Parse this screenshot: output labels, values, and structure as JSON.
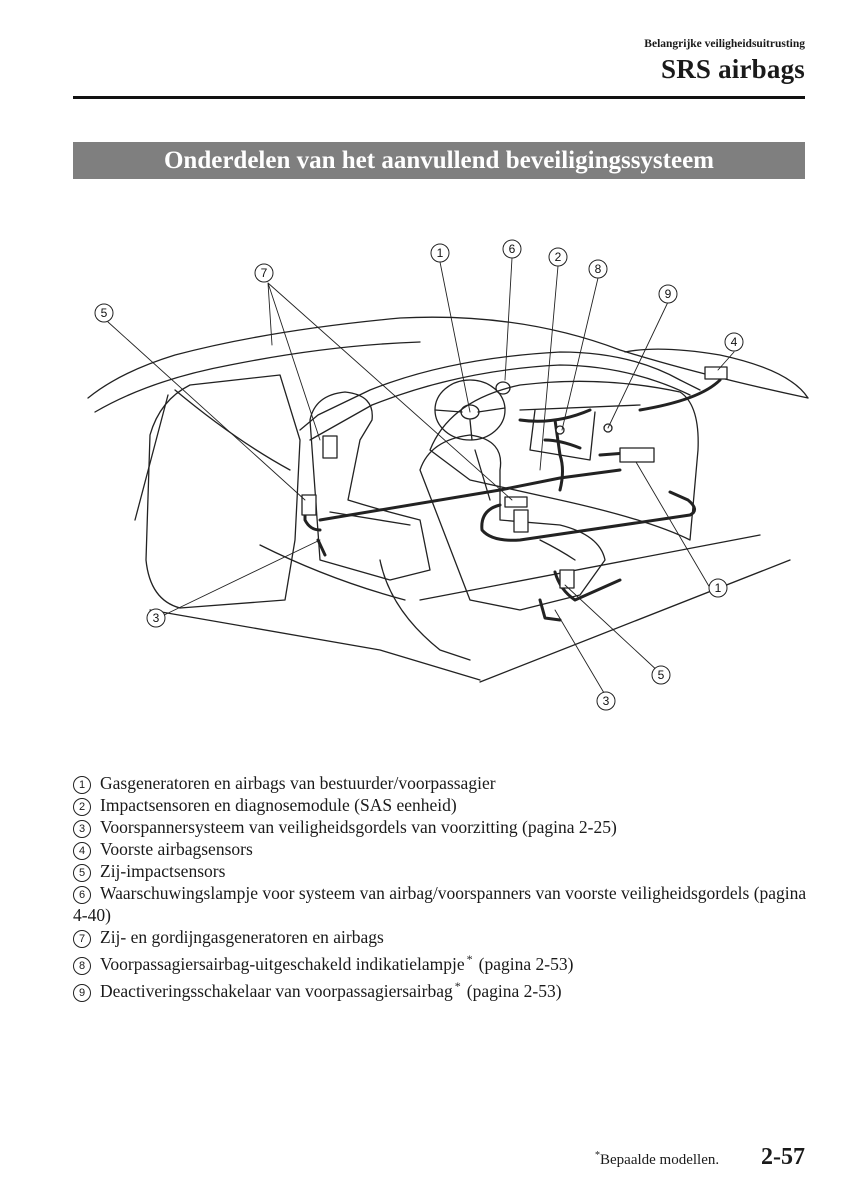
{
  "header": {
    "section": "Belangrijke veiligheidsuitrusting",
    "chapter": "SRS airbags"
  },
  "banner_title": "Onderdelen van het aanvullend beveiligingssysteem",
  "diagram": {
    "callout_labels": {
      "c1": "1",
      "c2": "2",
      "c3": "3",
      "c4": "4",
      "c5": "5",
      "c6": "6",
      "c7": "7",
      "c8": "8",
      "c9": "9"
    }
  },
  "legend": [
    {
      "num": "1",
      "text": "Gasgeneratoren en airbags van bestuurder/voorpassagier"
    },
    {
      "num": "2",
      "text": "Impactsensoren en diagnosemodule (SAS eenheid)"
    },
    {
      "num": "3",
      "text": "Voorspannersysteem van veiligheidsgordels van voorzitting (pagina 2-25)"
    },
    {
      "num": "4",
      "text": "Voorste airbagsensors"
    },
    {
      "num": "5",
      "text": "Zij-impactsensors"
    },
    {
      "num": "6",
      "text": "Waarschuwingslampje voor systeem van airbag/voorspanners van voorste veiligheidsgordels (pagina 4-40)"
    },
    {
      "num": "7",
      "text": "Zij- en gordijngasgeneratoren en airbags"
    },
    {
      "num": "8",
      "text": "Voorpassagiersairbag-uitgeschakeld indikatielampje",
      "star": "*",
      "ref": "(pagina 2-53)"
    },
    {
      "num": "9",
      "text": "Deactiveringsschakelaar van voorpassagiersairbag",
      "star": "*",
      "ref": "(pagina 2-53)"
    }
  ],
  "footer": {
    "star": "*",
    "note": "Bepaalde modellen.",
    "page": "2-57"
  }
}
